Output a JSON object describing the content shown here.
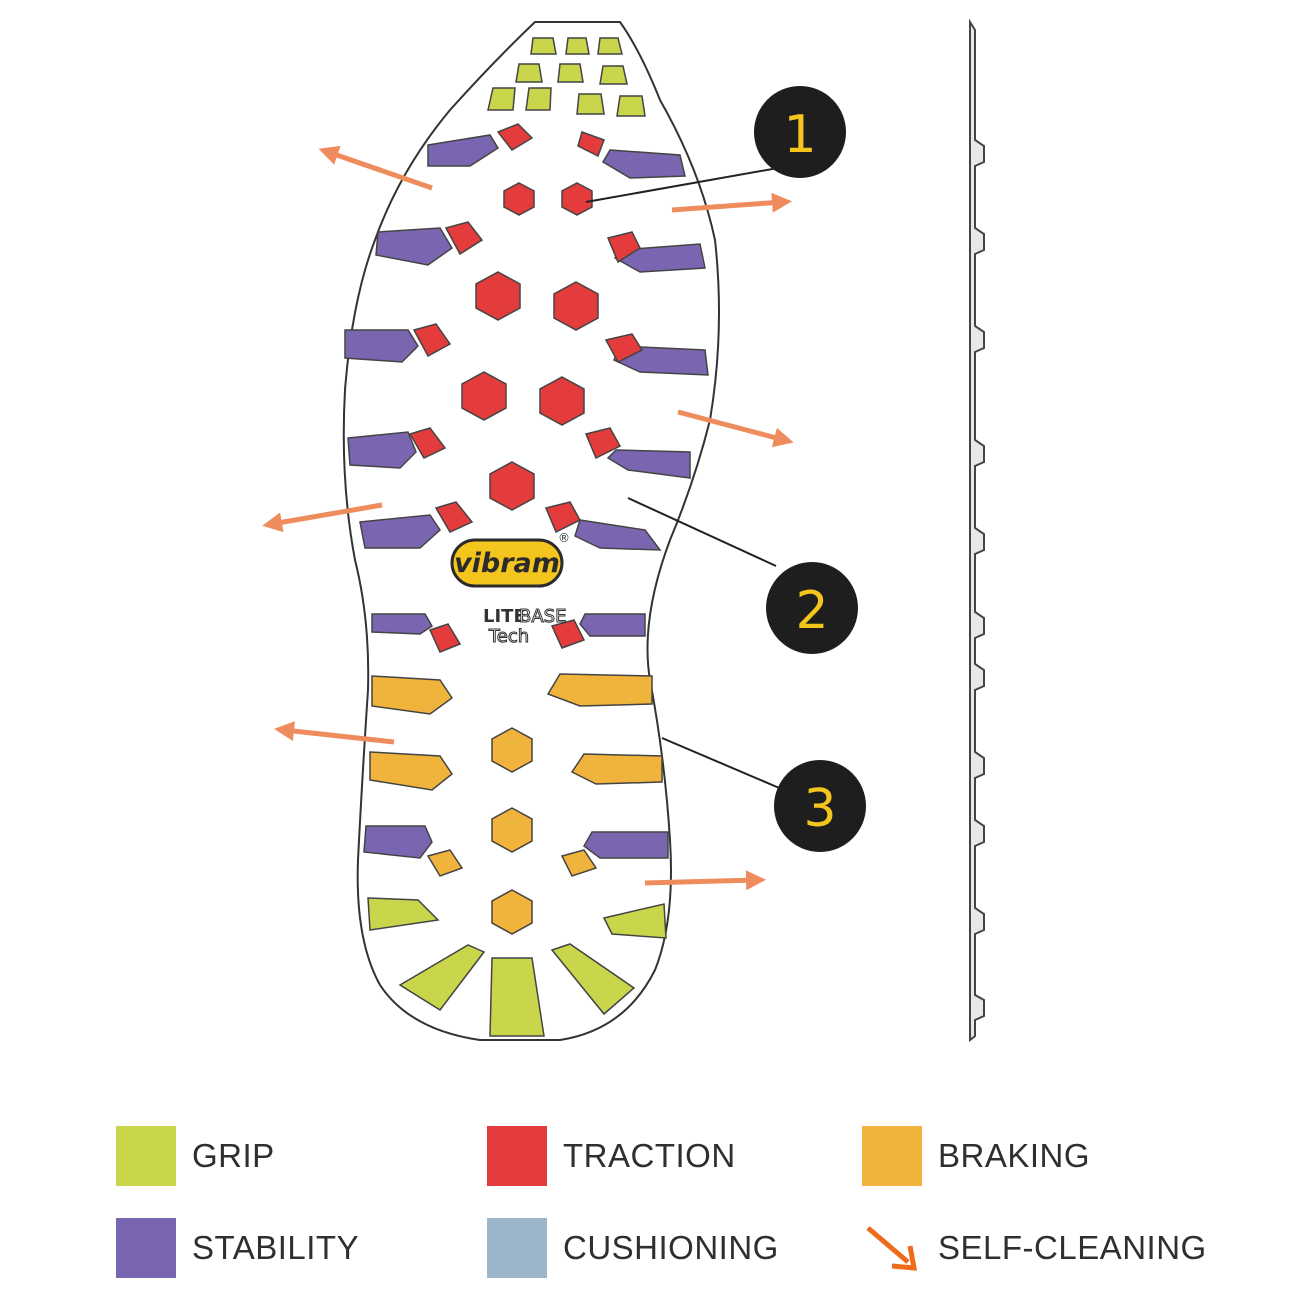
{
  "diagram": {
    "logo": {
      "brand": "vibram",
      "registered": "®",
      "line1_a": "LITE",
      "line1_b": "BASE",
      "line2": "Tech"
    },
    "callouts": [
      {
        "number": "1"
      },
      {
        "number": "2"
      },
      {
        "number": "3"
      }
    ]
  },
  "legend": {
    "items": [
      {
        "label": "GRIP",
        "color": "#c9d54a"
      },
      {
        "label": "TRACTION",
        "color": "#e43c3c"
      },
      {
        "label": "BRAKING",
        "color": "#f0b43c"
      },
      {
        "label": "STABILITY",
        "color": "#7a65b0"
      },
      {
        "label": "CUSHIONING",
        "color": "#9db5c8"
      },
      {
        "label": "SELF-CLEANING",
        "color": "#f06a1c",
        "icon": "arrow-icon"
      }
    ]
  },
  "colors": {
    "grip": "#c9d54a",
    "traction": "#e43c3c",
    "braking": "#f0b43c",
    "stability": "#7a65b0",
    "arrow": "#ef8c5e",
    "callout_bg": "#1e1e1e",
    "callout_text": "#f4c51d"
  }
}
